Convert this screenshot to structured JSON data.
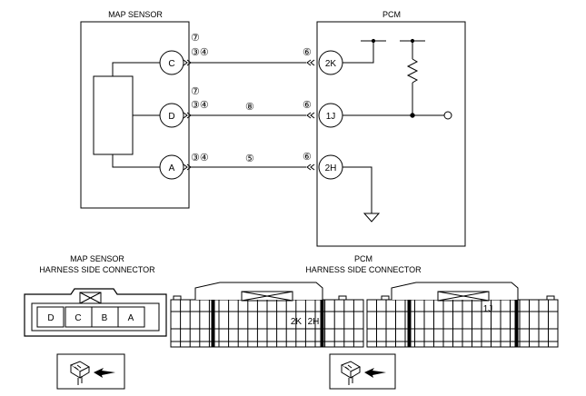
{
  "labels": {
    "map_sensor": "MAP SENSOR",
    "pcm": "PCM",
    "map_conn_title_1": "MAP SENSOR",
    "map_conn_title_2": "HARNESS SIDE CONNECTOR",
    "pcm_conn_title_1": "PCM",
    "pcm_conn_title_2": "HARNESS SIDE CONNECTOR"
  },
  "sensor_pins": [
    {
      "id": "C",
      "notes": [
        "⑦",
        "③④"
      ]
    },
    {
      "id": "D",
      "notes": [
        "⑦",
        "③④"
      ]
    },
    {
      "id": "A",
      "notes": [
        "③④"
      ]
    }
  ],
  "pcm_pins": [
    {
      "id": "2K",
      "note": "⑥"
    },
    {
      "id": "1J",
      "note": "⑥"
    },
    {
      "id": "2H",
      "note": "⑥"
    }
  ],
  "wire_notes": {
    "d_to_1j": "⑧",
    "a_to_2h": "⑤"
  },
  "map_connector_pins": [
    "D",
    "C",
    "B",
    "A"
  ],
  "pcm_connector_pins": {
    "left": [
      "2K",
      "2H"
    ],
    "right": [
      "1J"
    ]
  }
}
